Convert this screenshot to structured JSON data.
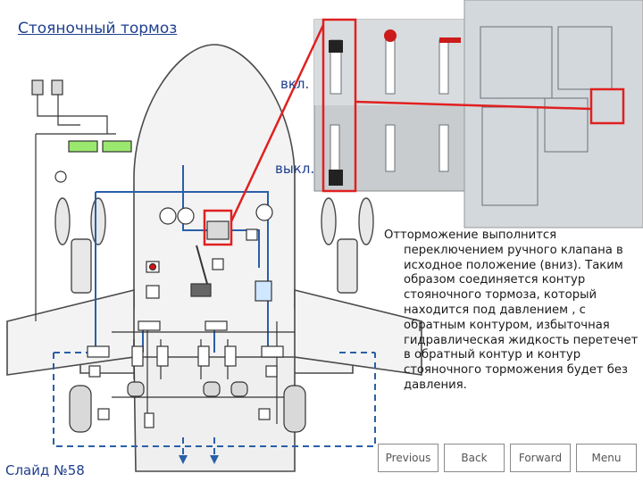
{
  "title": "Стояночный тормоз",
  "labels": {
    "on": "вкл.",
    "off": "выкл."
  },
  "description": "Отторможение выполнится переключением ручного клапана в исходное положение (вниз). Таким образом соединяется контур стояночного тормоза, который находится под давлением , с обратным контуром, избыточная гидравлическая жидкость перетечет в обратный контур и контур стояночного торможения будет без давления.",
  "slide_label": "Слайд №58",
  "nav": {
    "previous": "Previous",
    "back": "Back",
    "forward": "Forward",
    "menu": "Menu"
  },
  "colors": {
    "title": "#1f3f8f",
    "highlight": "#e02020",
    "pressure_line": "#2a5fa8",
    "return_line": "#2a5fa8"
  }
}
